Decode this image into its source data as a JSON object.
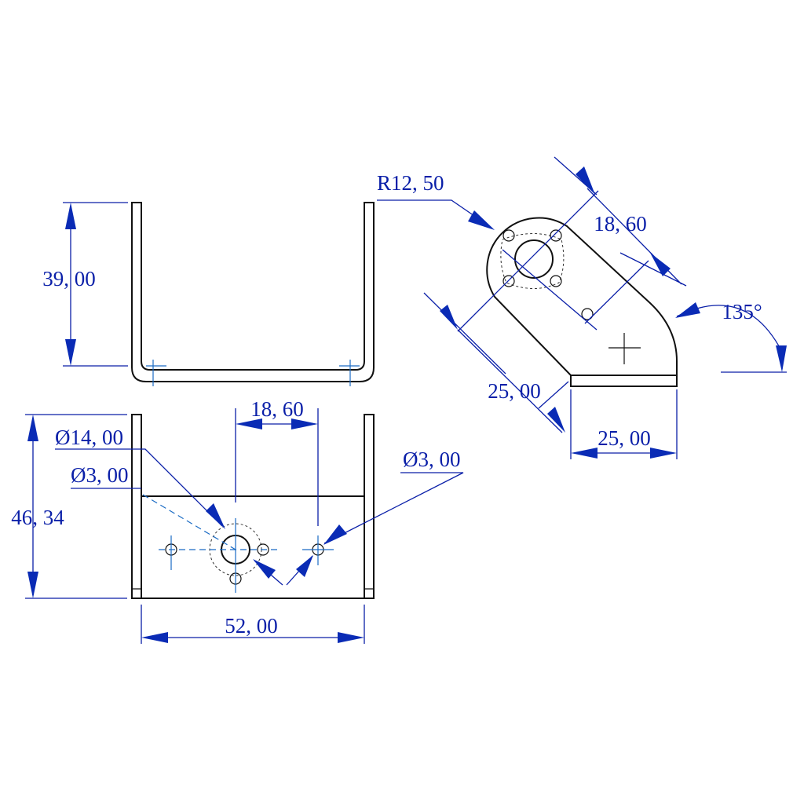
{
  "drawing": {
    "top_view": {
      "height_dim": "39, 00"
    },
    "front_view": {
      "height_dim": "46, 34",
      "width_dim": "52, 00",
      "hole_spacing_dim": "18, 60",
      "large_hole_dia": "Ø14, 00",
      "small_hole_dia_left": "Ø3, 00",
      "small_hole_dia_right": "Ø3, 00"
    },
    "side_view": {
      "radius_dim": "R12, 50",
      "hole_spacing_dim": "18, 60",
      "angle_dim": "135°",
      "diag_length_dim": "25, 00",
      "flange_length_dim": "25, 00"
    }
  },
  "colors": {
    "dimension": "#0a1fa8",
    "centerline": "#1a6bc4",
    "part": "#111111"
  }
}
